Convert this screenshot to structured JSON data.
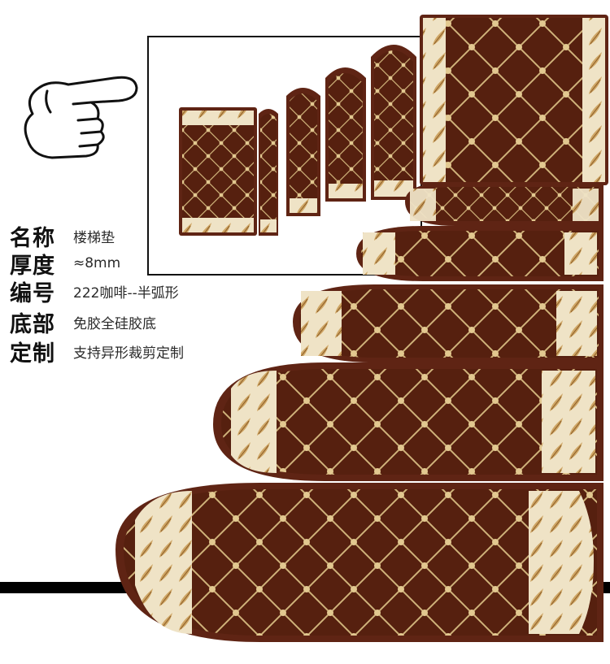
{
  "specs": [
    {
      "label": "名称",
      "value": "楼梯垫"
    },
    {
      "label": "厚度",
      "value": "≈8mm"
    },
    {
      "label": "编号",
      "value": "222咖啡--半弧形"
    },
    {
      "label": "底部",
      "value": "免胶全硅胶底"
    },
    {
      "label": "定制",
      "value": "支持异形裁剪定制"
    }
  ],
  "icons": [
    "pointing-hand-icon"
  ],
  "colors": {
    "mat_base": "#5a1f12",
    "mat_dark": "#3f130a",
    "mat_edge": "#6e2a1c",
    "border_cream": "#efe3c6",
    "lattice_gold": "#d8bf8a",
    "floor_black": "#000000"
  }
}
